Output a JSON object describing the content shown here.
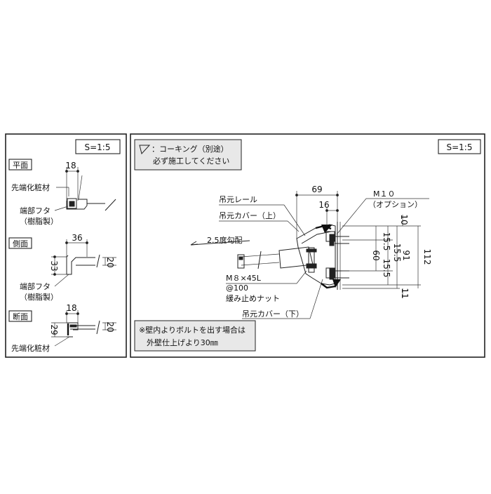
{
  "left_panel": {
    "scale": "S=1:5",
    "plan": {
      "title": "平面",
      "dim": "18",
      "label_tip_material": "先端化粧材",
      "label_end_cap_line1": "端部フタ",
      "label_end_cap_line2": "（樹脂製）"
    },
    "side": {
      "title": "側面",
      "dim_width": "36",
      "dim_height": "33",
      "dim_right": "20",
      "label_end_cap_line1": "端部フタ",
      "label_end_cap_line2": "（樹脂製）"
    },
    "section": {
      "title": "断面",
      "dim_width": "18",
      "dim_height": "29",
      "dim_right": "20",
      "label_tip_material": "先端化粧材"
    }
  },
  "right_panel": {
    "scale": "S=1:5",
    "legend": {
      "line1": "：コーキング（別途）",
      "line2": "必ず施工してください"
    },
    "labels": {
      "rail": "吊元レール",
      "cover_top": "吊元カバー（上）",
      "cover_bottom": "吊元カバー（下）",
      "bolt_m10": "M１０",
      "option": "（オプション）",
      "slope": "2.5度勾配",
      "bolt_m8": "M８×45L",
      "pitch": "@100",
      "nut": "緩み止めナット"
    },
    "dims": {
      "d69": "69",
      "d16": "16",
      "d10": "10",
      "d15_5_top": "15.5",
      "d15_5_mid": "15.5",
      "d60": "60",
      "d15_5_bot": "15.5",
      "d91": "91",
      "d112": "112",
      "d11": "11"
    },
    "note": {
      "line1": "※壁内よりボルトを出す場合は",
      "line2": "外壁仕上げより30㎜"
    }
  }
}
